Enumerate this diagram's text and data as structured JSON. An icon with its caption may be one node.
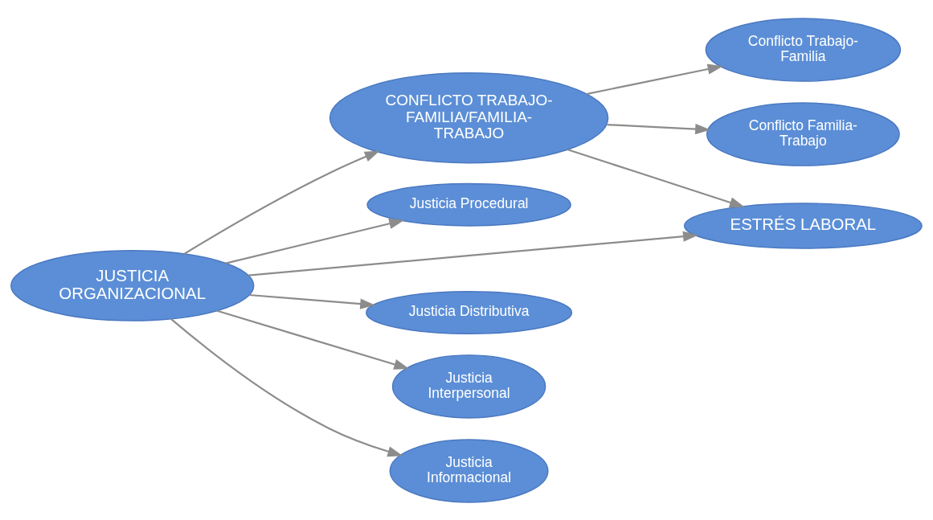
{
  "diagram": {
    "nodes": [
      {
        "text": [
          "Conflicto Trabajo-Familia"
        ]
      },
      {
        "text": [
          "Conflicto Familia-Trabajo"
        ]
      },
      {
        "text": [
          "CONFLICTO TRABAJO-FAMILIA/FAMILIA-TRABAJO"
        ]
      },
      {
        "text": [
          "Justicia Procedural"
        ]
      },
      {
        "text": [
          "JUSTICIA ORGANIZACIONAL"
        ]
      },
      {
        "text": [
          "ESTRÉS LABORAL"
        ]
      },
      {
        "text": [
          "Justicia Distributiva"
        ]
      },
      {
        "text": [
          "Justicia Interpersonal"
        ]
      },
      {
        "text": [
          "Justicia Informacional"
        ]
      }
    ],
    "edges": [
      {
        "from": 2,
        "to": 0,
        "arrow": "to"
      },
      {
        "from": 2,
        "to": 1,
        "arrow": "to"
      },
      {
        "from": 4,
        "to": 2,
        "arrow": "to"
      },
      {
        "from": 2,
        "to": 5,
        "arrow": "to"
      },
      {
        "from": 4,
        "to": 5,
        "arrow": "to"
      },
      {
        "from": 4,
        "to": 3,
        "arrow": "to"
      },
      {
        "from": 4,
        "to": 6,
        "arrow": "to"
      },
      {
        "from": 4,
        "to": 7,
        "arrow": "to"
      },
      {
        "from": 4,
        "to": 8,
        "arrow": "to"
      }
    ]
  }
}
